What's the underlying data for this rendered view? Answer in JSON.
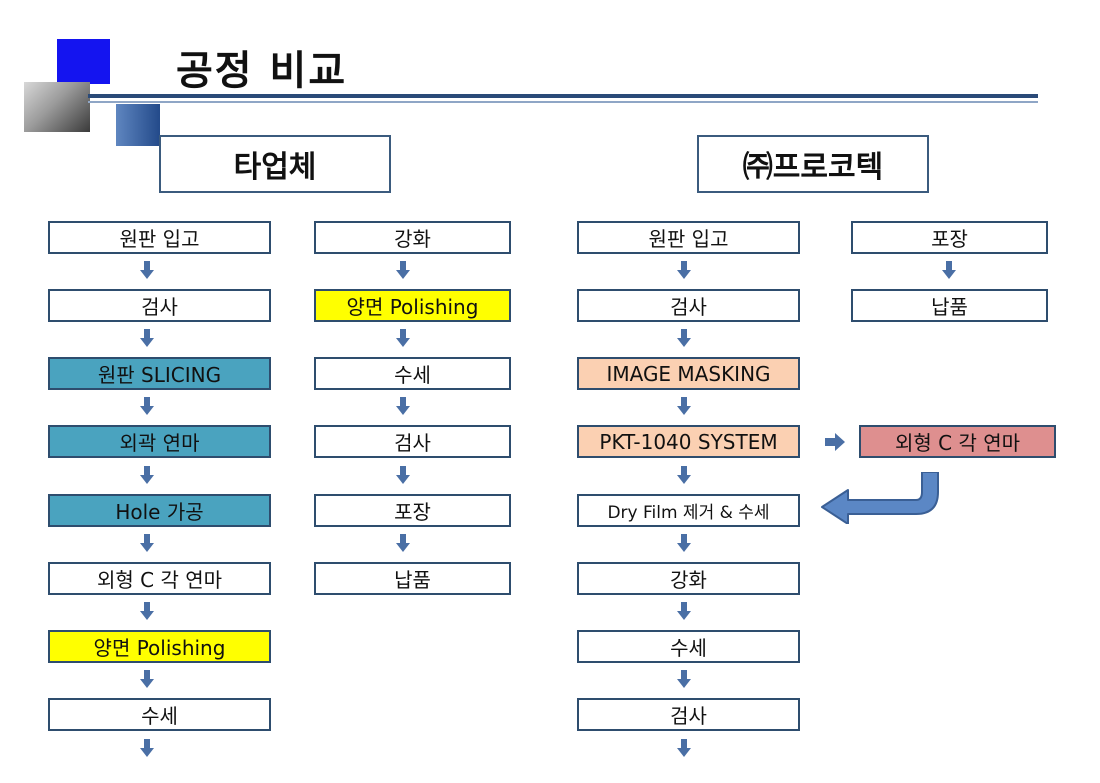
{
  "title": "공정 비교",
  "left_company": "타업체",
  "right_company": "㈜프로코텍",
  "left_col1": [
    "원판 입고",
    "검사",
    "원판 SLICING",
    "외곽 연마",
    "Hole 가공",
    "외형 C 각 연마",
    "양면 Polishing",
    "수세"
  ],
  "left_col2": [
    "강화",
    "양면 Polishing",
    "수세",
    "검사",
    "포장",
    "납품"
  ],
  "right_col1": [
    "원판 입고",
    "검사",
    "IMAGE MASKING",
    "PKT-1040 SYSTEM",
    "Dry Film 제거 & 수세",
    "강화",
    "수세",
    "검사"
  ],
  "right_col2": [
    "포장",
    "납품"
  ],
  "right_side_step": "외형 C 각 연마",
  "colors": {
    "teal": "#4aa3bf",
    "yellow": "#ffff00",
    "peach": "#fbd0b2",
    "rose": "#de8f8f",
    "arrow": "#4a6fa5",
    "rule": "#2a4a78"
  }
}
